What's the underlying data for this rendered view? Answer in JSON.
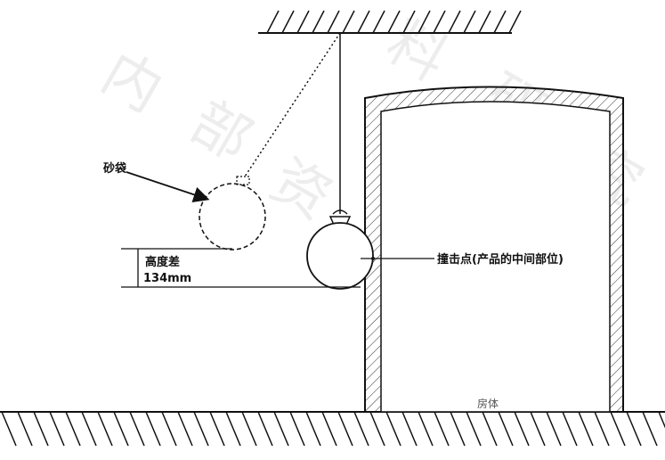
{
  "labels": {
    "sandbag": "砂袋",
    "height_diff": "高度差",
    "height_value": "134mm",
    "impact_point": "撞击点(产品的中间部位)",
    "room_body": "房体"
  },
  "watermark": "内部资料研究",
  "colors": {
    "line": "#111111",
    "hatch": "#333333",
    "room_label": "#555555"
  }
}
